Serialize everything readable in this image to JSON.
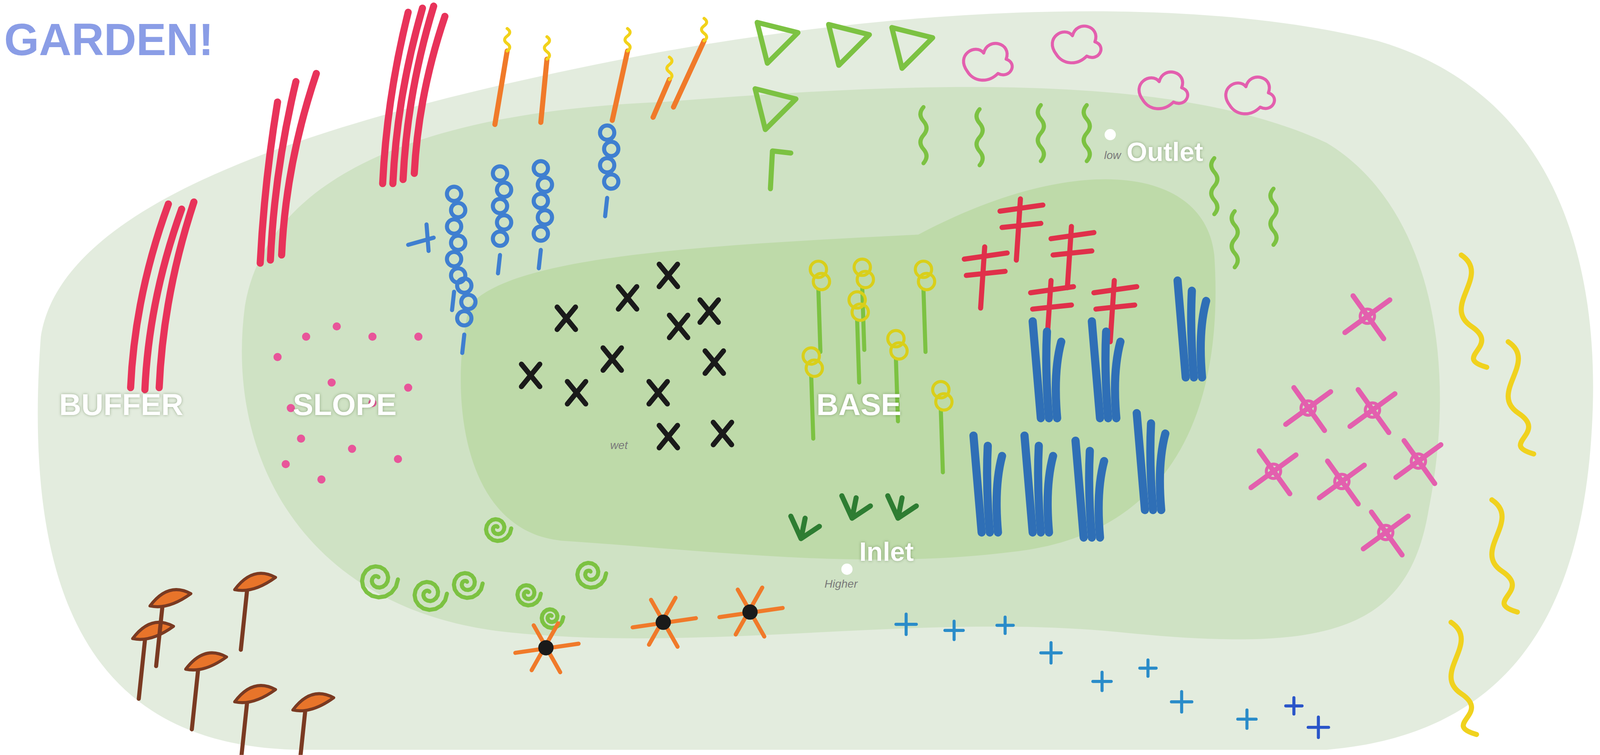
{
  "diagram": {
    "title": "GARDEN!",
    "nodes": [
      {
        "text": [
          "BUFFER"
        ]
      },
      {
        "text": [
          "SLOPE"
        ],
        "in": 0
      },
      {
        "text": [
          "BASE"
        ],
        "in": 1
      }
    ],
    "labels": [
      "Outlet",
      "Inlet",
      "low",
      "Higher",
      "wet"
    ]
  }
}
